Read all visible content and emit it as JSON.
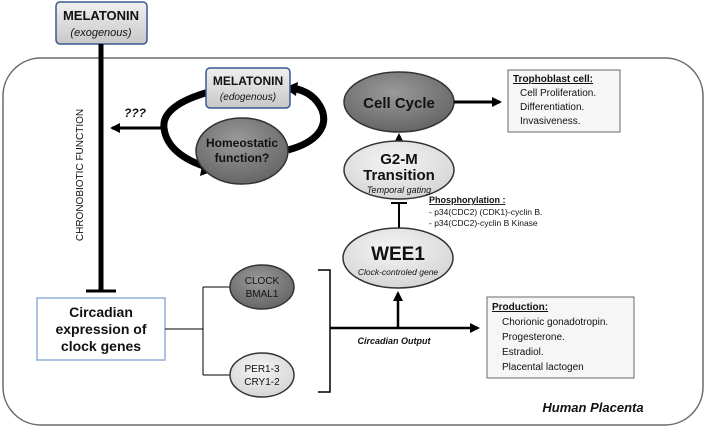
{
  "melatonin_exo": {
    "title": "MELATONIN",
    "sub": "(exogenous)"
  },
  "melatonin_endo": {
    "title": "MELATONIN",
    "sub": "(edogenous)"
  },
  "unknown_label": "???",
  "chronobiotic_label": "CHRONOBIOTIC FUNCTION",
  "homeostatic": {
    "line1": "Homeostatic",
    "line2": "function?"
  },
  "cell_cycle": "Cell Cycle",
  "g2m": {
    "line1": "G2-M",
    "line2": "Transition",
    "sub": "Temporal gating"
  },
  "wee1": {
    "title": "WEE1",
    "sub": "Clock-controled gene"
  },
  "phosphorylation": {
    "title": "Phosphorylation :",
    "items": [
      "-  p34(CDC2) (CDK1)-cyclin B.",
      "-  p34(CDC2)-cyclin B Kinase"
    ]
  },
  "trophoblast": {
    "title": "Trophoblast cell:",
    "items": [
      "Cell Proliferation.",
      "Differentiation.",
      "Invasiveness."
    ]
  },
  "circadian_box": {
    "line1": "Circadian",
    "line2": "expression of",
    "line3": "clock genes"
  },
  "clock_bmal": {
    "line1": "CLOCK",
    "line2": "BMAL1"
  },
  "per_cry": {
    "line1": "PER1-3",
    "line2": "CRY1-2"
  },
  "circadian_output": "Circadian Output",
  "production": {
    "title": "Production:",
    "items": [
      "Chorionic gonadotropin.",
      "Progesterone.",
      "Estradiol.",
      "Placental lactogen"
    ]
  },
  "placenta_label": "Human Placenta",
  "colors": {
    "dark_node": "#7a7a7a",
    "light_node": "#e2e2e2",
    "box_border": "#3a5a8c",
    "arrow": "#000000"
  }
}
